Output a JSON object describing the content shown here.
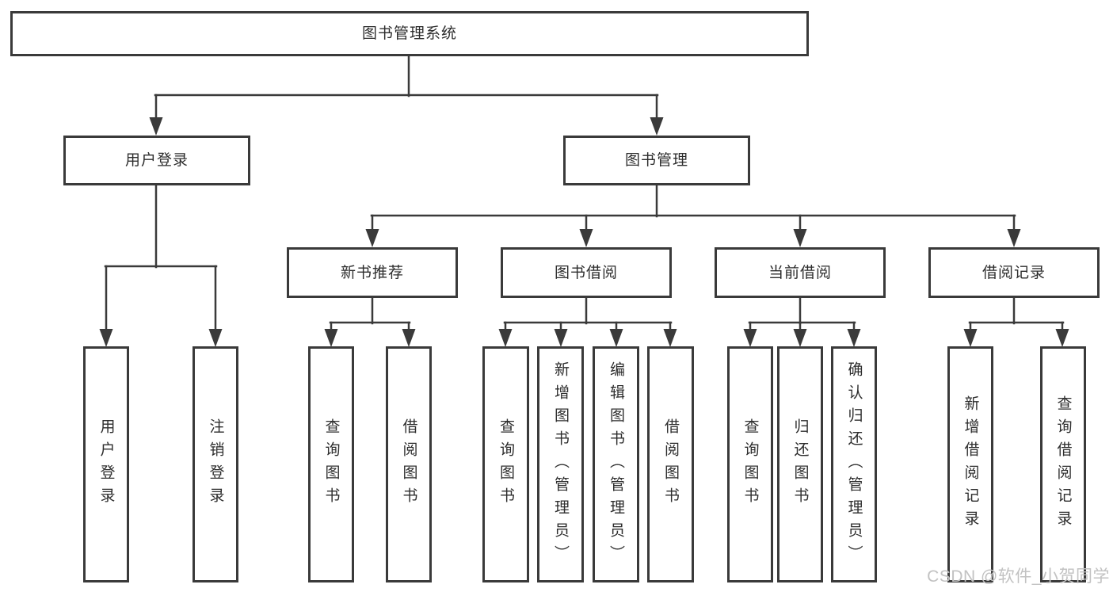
{
  "diagram": {
    "root": "图书管理系统",
    "level2": {
      "user_login": "用户登录",
      "book_mgmt": "图书管理"
    },
    "level3": {
      "new_books": "新书推荐",
      "book_borrow": "图书借阅",
      "current_borrow": "当前借阅",
      "borrow_records": "借阅记录"
    },
    "leaves": {
      "user_login": "用户登录",
      "logout": "注销登录",
      "nb_query_books": "查询图书",
      "nb_borrow_books": "借阅图书",
      "bb_query_books": "查询图书",
      "bb_add_books_admin": "新增图书（管理员）",
      "bb_edit_books_admin": "编辑图书（管理员）",
      "bb_borrow_books": "借阅图书",
      "cb_query_books": "查询图书",
      "cb_return_books": "归还图书",
      "cb_confirm_return_admin": "确认归还（管理员）",
      "br_add_record": "新增借阅记录",
      "br_query_record": "查询借阅记录"
    }
  },
  "watermark": "CSDN @软件_小贺同学",
  "colors": {
    "line": "#3a3a3a",
    "text": "#2d2d2d",
    "box_bg": "#ffffff",
    "watermark": "#c2c2c2"
  }
}
